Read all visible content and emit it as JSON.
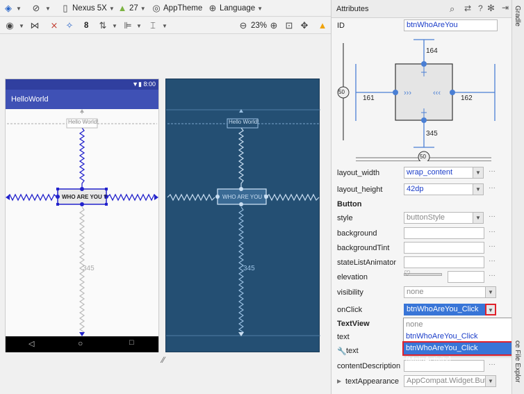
{
  "toolbar1": {
    "device": "Nexus 5X",
    "api_level": "27",
    "theme": "AppTheme",
    "language": "Language"
  },
  "toolbar2": {
    "margin_value": "8",
    "zoom": "23%"
  },
  "phone": {
    "status_time": "8:00",
    "app_title": "HelloWorld",
    "hello_text": "Hello World!",
    "button_text": "WHO ARE YOU ?",
    "margin_label": "345"
  },
  "blueprint": {
    "hello_text": "Hello World!",
    "button_text": "WHO ARE YOU ?",
    "margin_label": "345"
  },
  "attributes": {
    "title": "Attributes",
    "id_label": "ID",
    "id_value": "btnWhoAreYou",
    "constraints": {
      "top": "164",
      "left": "161",
      "right": "162",
      "bottom": "345",
      "vertical_bias": "50",
      "horizontal_bias": "50"
    },
    "layout_width_label": "layout_width",
    "layout_width_value": "wrap_content",
    "layout_height_label": "layout_height",
    "layout_height_value": "42dp",
    "button_section": "Button",
    "style_label": "style",
    "style_value": "buttonStyle",
    "background_label": "background",
    "backgroundTint_label": "backgroundTint",
    "stateListAnimator_label": "stateListAnimator",
    "elevation_label": "elevation",
    "visibility_label": "visibility",
    "visibility_value": "none",
    "onClick_label": "onClick",
    "onClick_value": "btnWhoAreYou_Click",
    "textview_section": "TextView",
    "text_label": "text",
    "text_tools_label": "text",
    "contentDescription_label": "contentDescription",
    "textAppearance_label": "textAppearance",
    "textAppearance_value": "AppCompat.Widget.Butt"
  },
  "onclick_dropdown": {
    "options": [
      "none",
      "btnWhoAreYou_Click",
      "btnWhoAreYou_Click [MainActivity]"
    ]
  },
  "side_tabs": {
    "gradle": "Gradle",
    "device_file_explorer": "ce File Explor"
  },
  "colors": {
    "highlight": "#3875d7",
    "red_outline": "#e0202a",
    "blueprint_bg": "#244f73",
    "app_bar": "#3f51b5"
  }
}
